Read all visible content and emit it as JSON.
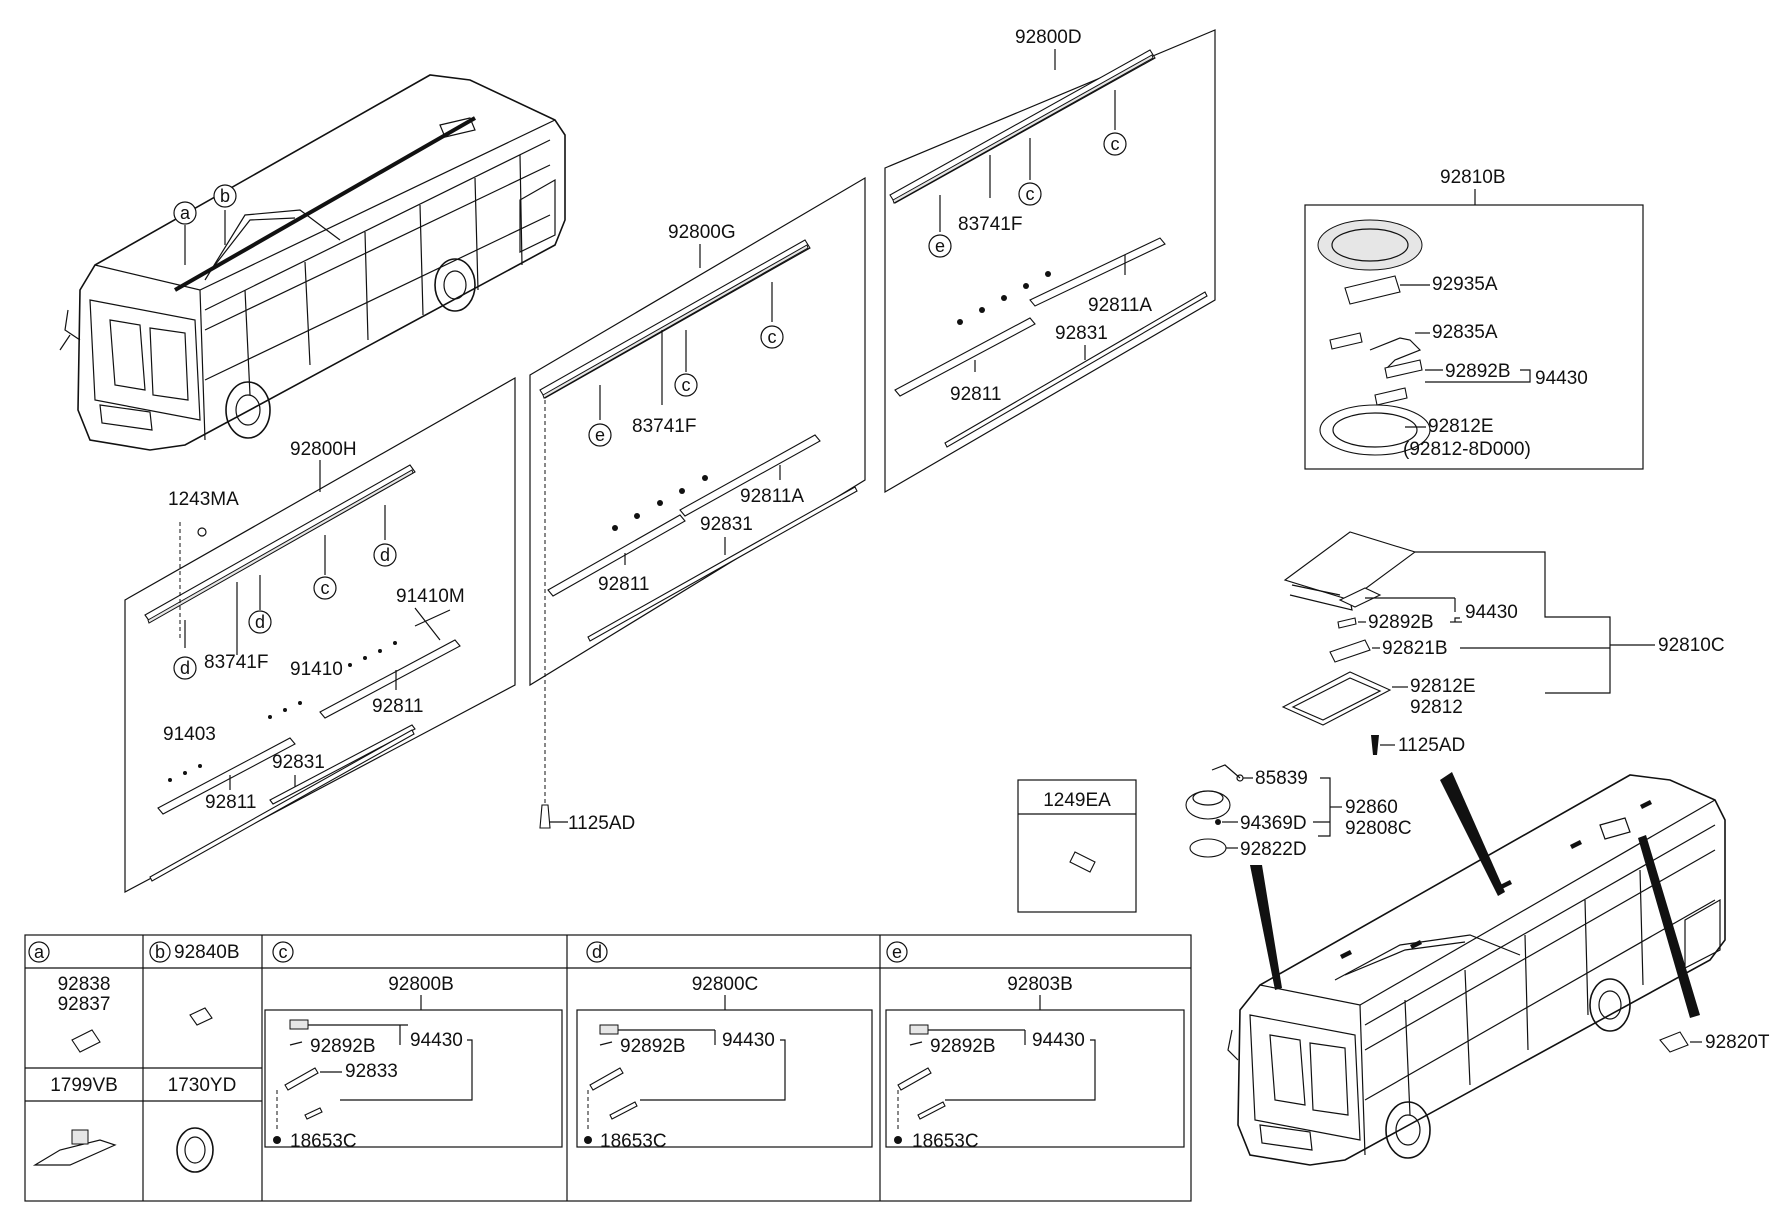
{
  "labels": {
    "p92800D": "92800D",
    "p92800G": "92800G",
    "p92800H": "92800H",
    "p92810B": "92810B",
    "p92810C": "92810C",
    "p83741F_a": "83741F",
    "p83741F_b": "83741F",
    "p83741F_c": "83741F",
    "p92811A_a": "92811A",
    "p92811A_b": "92811A",
    "p92831_a": "92831",
    "p92831_b": "92831",
    "p92831_c": "92831",
    "p92811_a": "92811",
    "p92811_b": "92811",
    "p92811_c": "92811",
    "p92811_d": "92811",
    "p1243MA": "1243MA",
    "p91410M": "91410M",
    "p91410": "91410",
    "p91403": "91403",
    "p1125AD_a": "1125AD",
    "p1125AD_b": "1125AD",
    "p92935A": "92935A",
    "p92835A": "92835A",
    "p92892B_a": "92892B",
    "p94430_a": "94430",
    "p92812E_a": "92812E",
    "p92812_8D000": "(92812-8D000)",
    "p94430_b": "94430",
    "p92892B_b": "92892B",
    "p92821B": "92821B",
    "p92812E_b": "92812E",
    "p92812": "92812",
    "p85839": "85839",
    "p94369D": "94369D",
    "p92822D": "92822D",
    "p92860": "92860",
    "p92808C": "92808C",
    "p1249EA": "1249EA",
    "p92820T": "92820T"
  },
  "callouts": {
    "a": "a",
    "b": "b",
    "c": "c",
    "d": "d",
    "e": "e"
  },
  "legend_table": {
    "a_codes": [
      "92838",
      "92837"
    ],
    "b_code": "92840B",
    "row2_left": "1799VB",
    "row2_right": "1730YD",
    "c": {
      "kit": "92800B",
      "items": [
        "92892B",
        "94430",
        "92833",
        "18653C"
      ]
    },
    "d": {
      "kit": "92800C",
      "items": [
        "92892B",
        "94430",
        "18653C"
      ]
    },
    "e": {
      "kit": "92803B",
      "items": [
        "92892B",
        "94430",
        "18653C"
      ]
    }
  }
}
